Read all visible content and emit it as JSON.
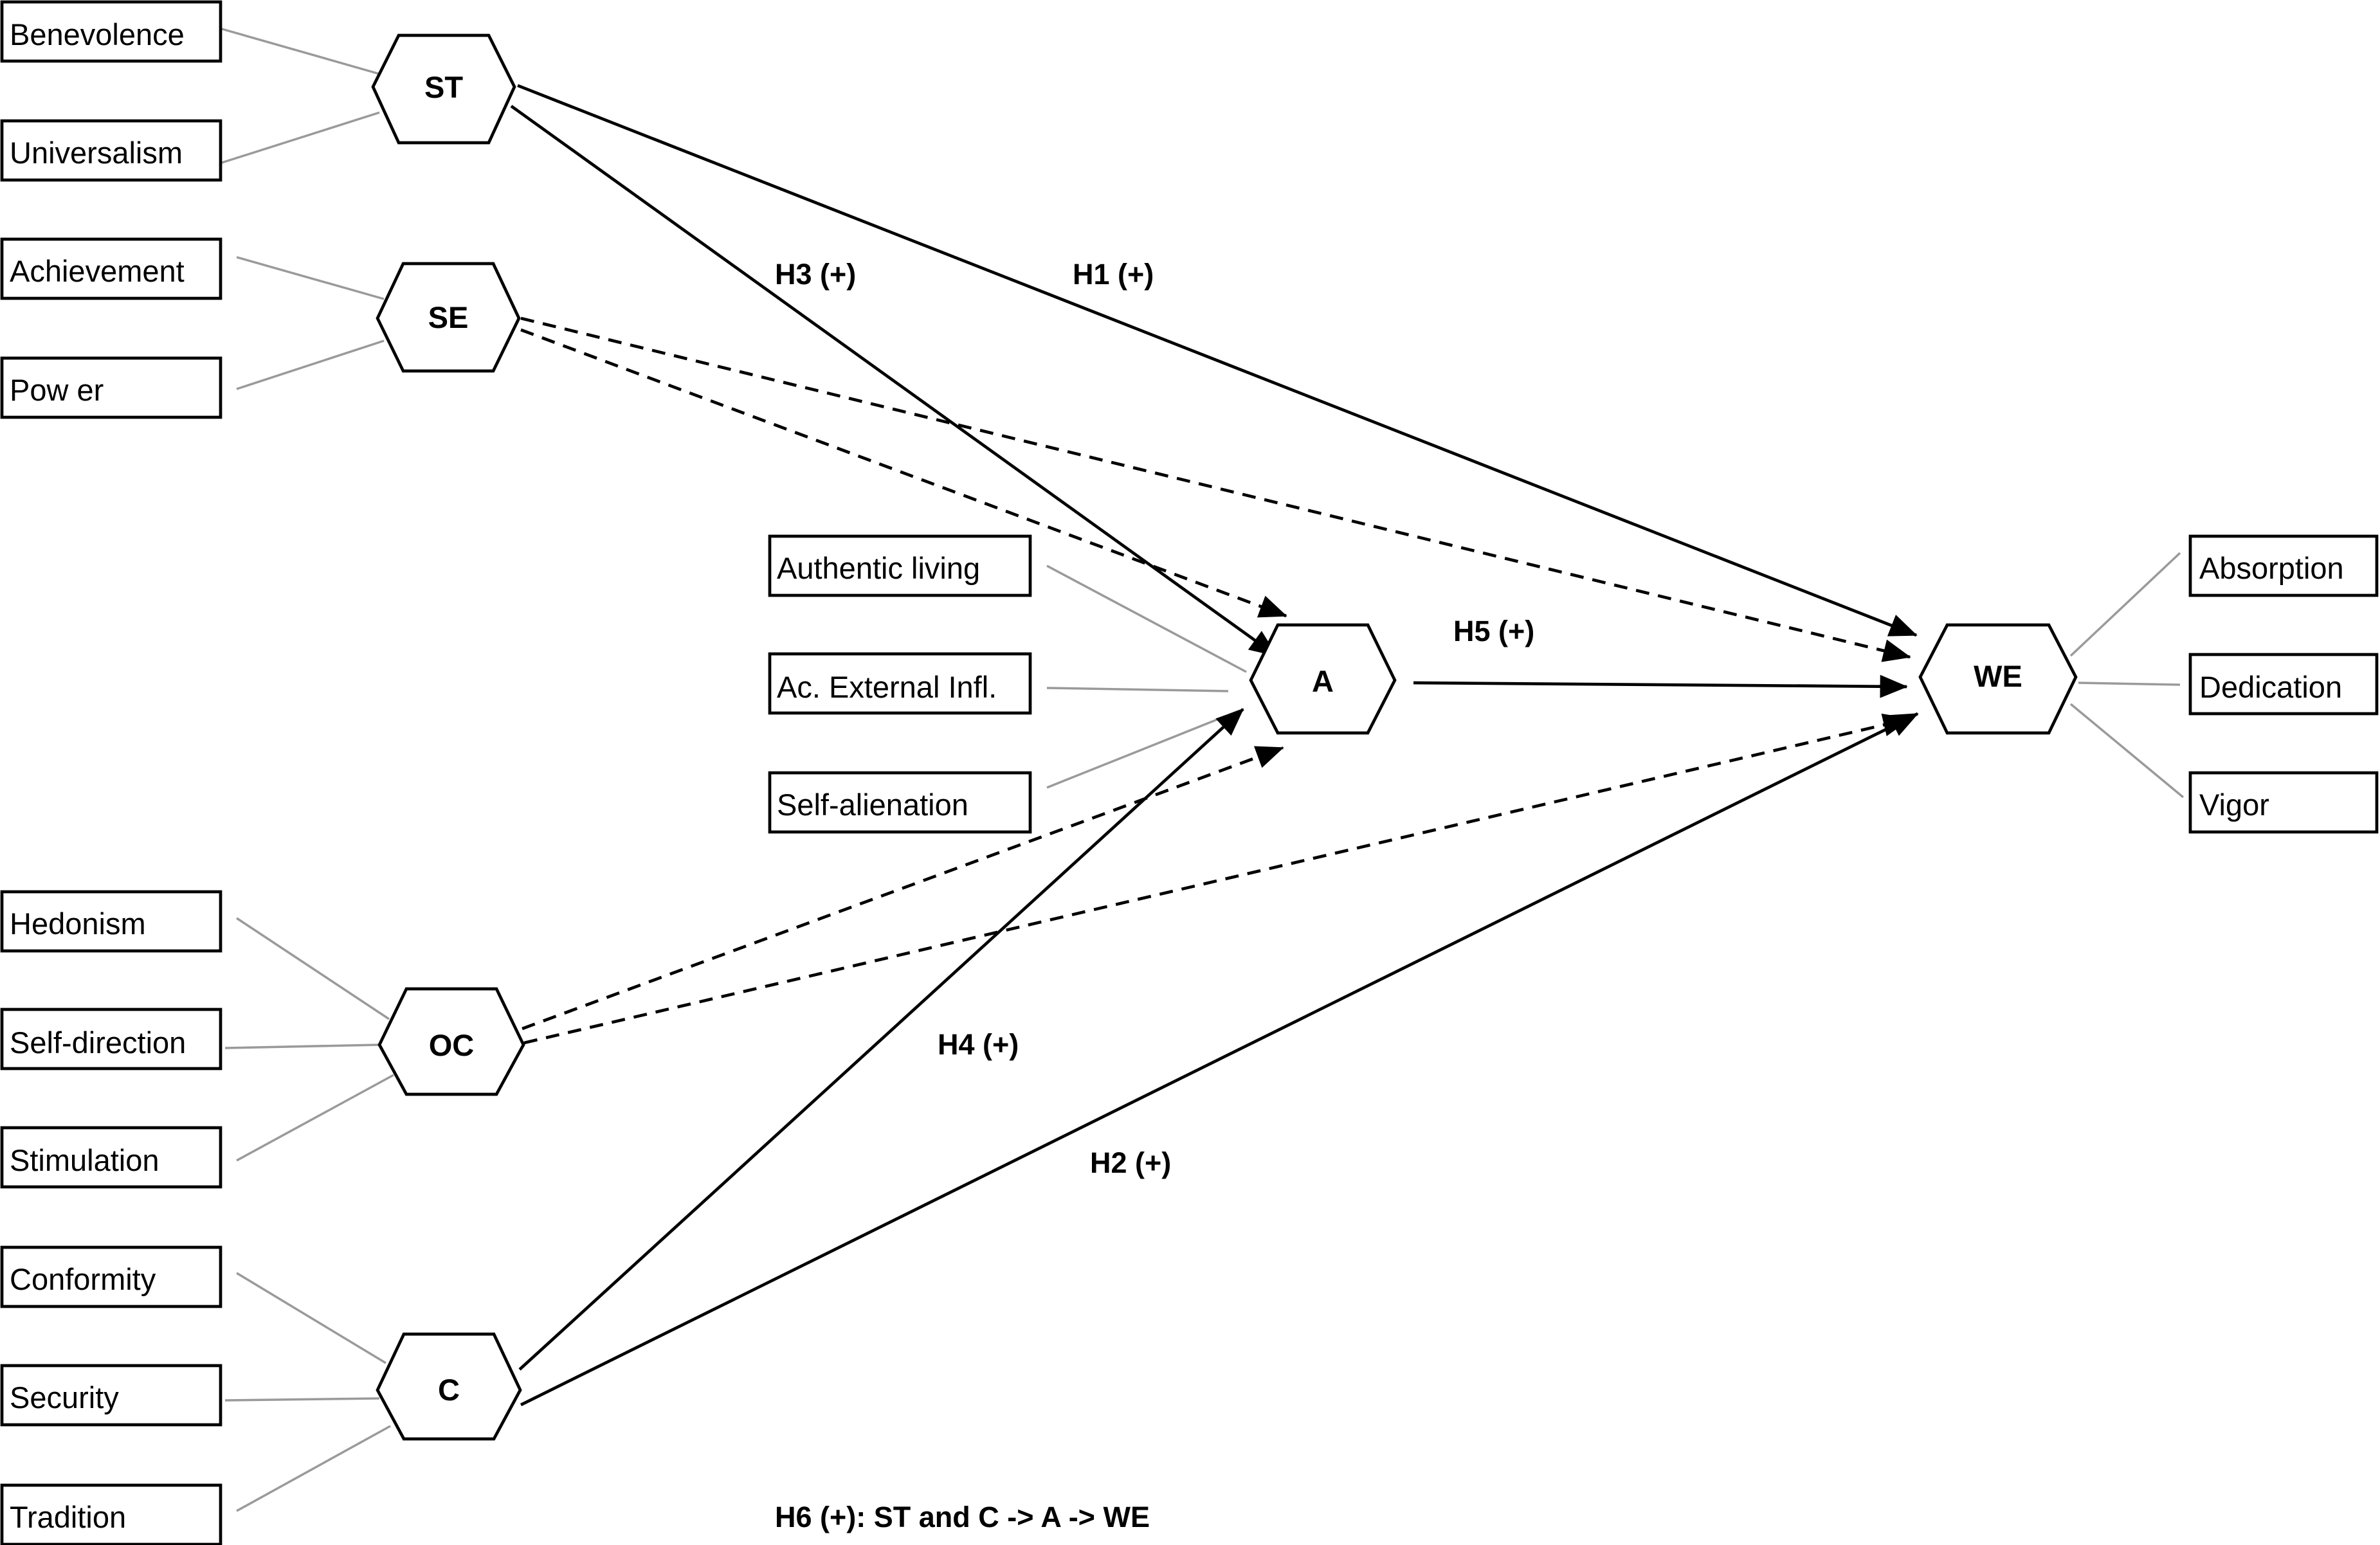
{
  "constructs": {
    "st": "ST",
    "se": "SE",
    "oc": "OC",
    "c": "C",
    "a": "A",
    "we": "WE"
  },
  "indicators": {
    "benevolence": "Benevolence",
    "universalism": "Universalism",
    "achievement": "Achievement",
    "power": "Pow er",
    "hedonism": "Hedonism",
    "self_direction": "Self-direction",
    "stimulation": "Stimulation",
    "conformity": "Conformity",
    "security": "Security",
    "tradition": "Tradition",
    "authentic_living": "Authentic living",
    "ac_external_infl": "Ac. External Infl.",
    "self_alienation": "Self-alienation",
    "absorption": "Absorption",
    "dedication": "Dedication",
    "vigor": "Vigor"
  },
  "hypotheses": {
    "h1": "H1 (+)",
    "h2": "H2 (+)",
    "h3": "H3 (+)",
    "h4": "H4 (+)",
    "h5": "H5 (+)",
    "h6": "H6 (+): ST and C -> A -> WE"
  },
  "colors": {
    "stroke": "#000000",
    "indicator_link": "#9a9a9a",
    "background": "#ffffff"
  }
}
